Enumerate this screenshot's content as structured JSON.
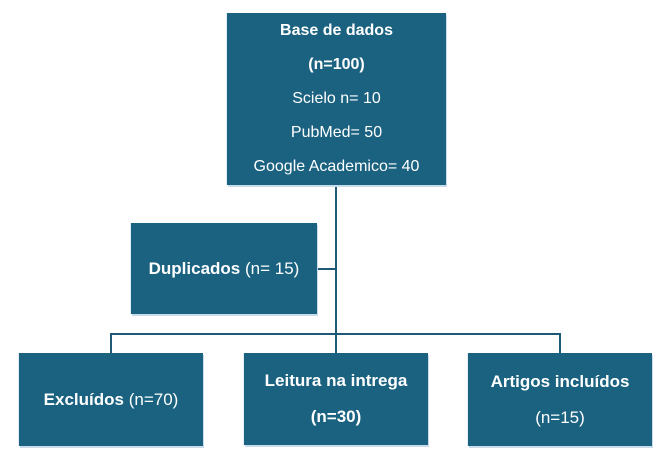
{
  "colors": {
    "box_fill": "#1A6280",
    "connector": "#1E5A75",
    "text": "#FFFFFF",
    "box_edge_highlight": "#C9DCEC"
  },
  "boxes": {
    "database": {
      "title": "Base de dados",
      "n": "(n=100)",
      "sources": [
        "Scielo n= 10",
        "PubMed= 50",
        "Google Academico= 40"
      ]
    },
    "duplicates": {
      "label": "Duplicados",
      "n": "(n= 15)"
    },
    "excluded": {
      "label": "Excluídos",
      "n": "(n=70)"
    },
    "full_reading": {
      "label": "Leitura na intrega",
      "n": "(n=30)"
    },
    "included": {
      "label": "Artigos incluídos",
      "n": "(n=15)"
    }
  }
}
